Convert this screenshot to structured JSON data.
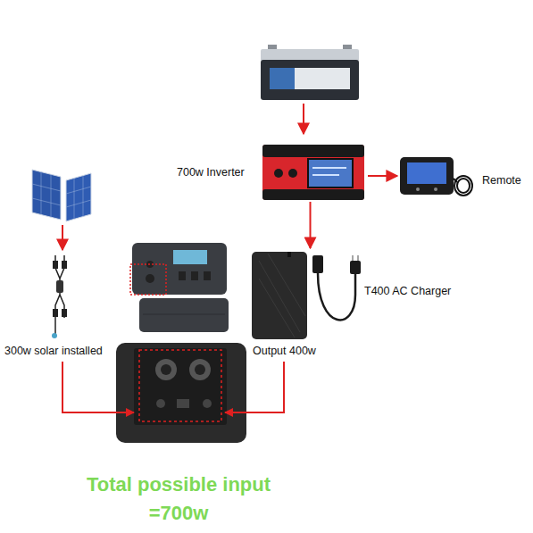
{
  "diagram": {
    "nodes": [
      {
        "text": [
          "700w Inverter"
        ]
      },
      {
        "text": [
          "Remote"
        ]
      },
      {
        "text": [
          "T400 AC Charger",
          "Output 400w"
        ]
      },
      {
        "text": [
          "300w solar installed"
        ]
      }
    ],
    "edges": [
      {
        "from": 0,
        "to": 1,
        "arrow": "to"
      },
      {
        "from": 0,
        "to": 2,
        "arrow": "to"
      }
    ],
    "labels": [
      "Total possible input =700w"
    ]
  }
}
